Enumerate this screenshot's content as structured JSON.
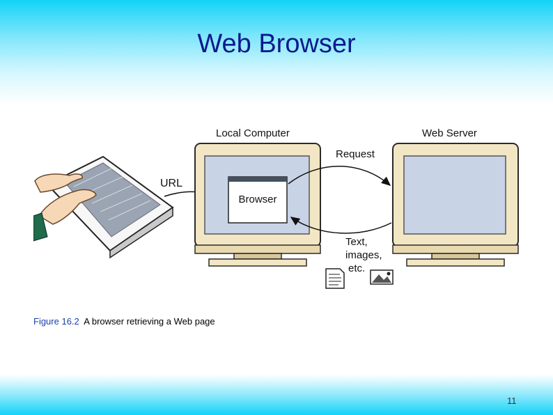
{
  "slide": {
    "title": "Web Browser",
    "page_number": "11"
  },
  "diagram": {
    "local_label": "Local Computer",
    "server_label": "Web Server",
    "request_label": "Request",
    "url_label": "URL",
    "browser_label": "Browser",
    "response_lines": [
      "Text,",
      "images,",
      "etc."
    ]
  },
  "caption": {
    "figure_number": "Figure 16.2",
    "text": "A browser retrieving a Web page"
  },
  "colors": {
    "title": "#0a1a8c",
    "monitor_frame": "#f2e6c4",
    "monitor_screen": "#c9d3e6",
    "band": "#13d3f7"
  }
}
